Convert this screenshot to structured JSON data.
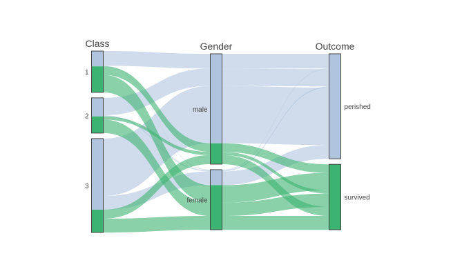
{
  "chart_data": {
    "type": "parcats",
    "dimensions": [
      {
        "name": "Class",
        "categories": [
          "1",
          "2",
          "3"
        ]
      },
      {
        "name": "Gender",
        "categories": [
          "male",
          "female"
        ]
      },
      {
        "name": "Outcome",
        "categories": [
          "perished",
          "survived"
        ]
      }
    ],
    "color_groups": [
      {
        "key": "perished",
        "color": "#b0c4de"
      },
      {
        "key": "survived",
        "color": "#3cb371"
      }
    ],
    "paths": [
      {
        "class": "1",
        "gender": "male",
        "outcome": "perished",
        "count": 77
      },
      {
        "class": "1",
        "gender": "female",
        "outcome": "perished",
        "count": 3
      },
      {
        "class": "2",
        "gender": "male",
        "outcome": "perished",
        "count": 91
      },
      {
        "class": "2",
        "gender": "female",
        "outcome": "perished",
        "count": 6
      },
      {
        "class": "3",
        "gender": "male",
        "outcome": "perished",
        "count": 300
      },
      {
        "class": "3",
        "gender": "female",
        "outcome": "perished",
        "count": 72
      },
      {
        "class": "1",
        "gender": "male",
        "outcome": "survived",
        "count": 45
      },
      {
        "class": "1",
        "gender": "female",
        "outcome": "survived",
        "count": 91
      },
      {
        "class": "2",
        "gender": "male",
        "outcome": "survived",
        "count": 17
      },
      {
        "class": "2",
        "gender": "female",
        "outcome": "survived",
        "count": 70
      },
      {
        "class": "3",
        "gender": "male",
        "outcome": "survived",
        "count": 47
      },
      {
        "class": "3",
        "gender": "female",
        "outcome": "survived",
        "count": 72
      }
    ]
  }
}
